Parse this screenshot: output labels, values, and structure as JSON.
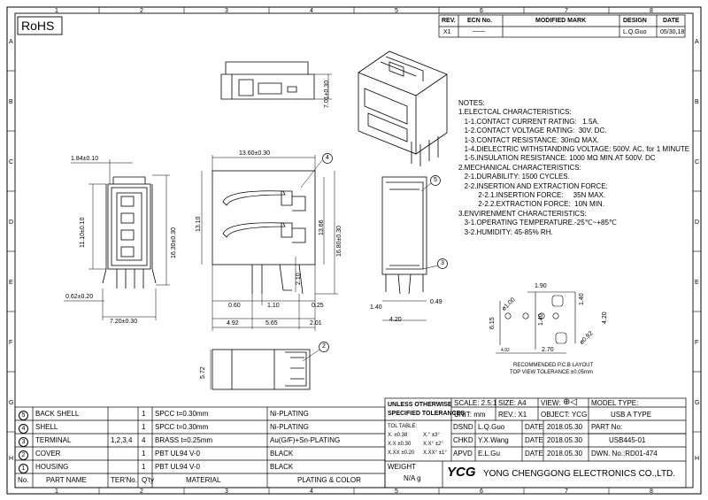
{
  "border": {
    "col_numbers": [
      "1",
      "2",
      "3",
      "4",
      "5",
      "6",
      "7",
      "8"
    ],
    "row_letters": [
      "A",
      "B",
      "C",
      "D",
      "E",
      "F",
      "G",
      "H"
    ]
  },
  "rohs": "RoHS",
  "revision_table": {
    "headers": [
      "REV.",
      "ECN No.",
      "MODIFIED MARK",
      "DESIGN",
      "DATE"
    ],
    "row": [
      "X1",
      "——",
      "",
      "L.Q.Guo",
      "05/30,18"
    ]
  },
  "notes": {
    "title": "NOTES:",
    "lines": [
      "1.ELECTCAL CHARACTERISTICS:",
      "   1-1.CONTACT CURRENT RATING:   1.5A.",
      "   1-2.CONTACT VOLTAGE RATING:  30V. DC.",
      "   1-3.CONTACT RESISTANCE: 30mΩ MAX.",
      "   1-4.DIELECTRIC WITHSTANDING VOLTAGE: 500V. AC. for 1 MINUTE",
      "   1-5.INSULATION RESISTANCE: 1000 MΩ MIN.AT 500V. DC",
      "2.MECHANICAL CHARACTERISTICS:",
      "   2-1.DURABILITY: 1500 CYCLES.",
      "   2-2.INSERTION AND EXTRACTION FORCE:",
      "          2-2.1.INSERTION FORCE:     35N MAX.",
      "          2-2.2.EXTRACTION FORCE:  10N MIN.",
      "3.ENVIRENMENT CHARACTERISTICS:",
      "   3-1.OPERATING TEMPERATURE.-25℃~+85℃",
      "   3-2.HUMIDITY: 45-85% RH."
    ]
  },
  "dimensions": {
    "d1_84": "1.84±0.10",
    "d13_60": "13.60±0.30",
    "d7_01": "7.01±0.30",
    "d11_10": "11.10±0.10",
    "d16_30": "16.30±0.30",
    "d13_10": "13.10",
    "d13_66": "13.66",
    "d16_80": "16.80±0.30",
    "d2_10": "2.10",
    "d0_62": "0.62±0.20",
    "d7_20": "7.20±0.30",
    "d0_60": "0.60",
    "d1_10": "1.10",
    "d0_25": "0.25",
    "d4_92": "4.92",
    "d5_65": "5.65",
    "d2_01": "2.01",
    "d1_40": "1.40",
    "d0_49": "0.49",
    "d4_20": "4.20",
    "d5_72": "5.72",
    "pcb_1_90": "1.90",
    "pcb_1_40a": "1.40",
    "pcb_phi100": "ø1.00",
    "pcb_6_15": "6.15",
    "pcb_1_40b": "1.40",
    "pcb_4_20": "4.20",
    "pcb_phi092": "ø0.92",
    "pcb_2_70": "2.70",
    "pcb_4_92": "4.92"
  },
  "balloons": [
    "4",
    "5",
    "3",
    "2"
  ],
  "pcb_caption": {
    "line1": "RECOMMENDED P.C.B LAYOUT",
    "line2": "TOP VIEW TOLERANCE:±0.05mm"
  },
  "bom": {
    "rows": [
      {
        "no": "5",
        "name": "BACK SHELL",
        "ter": "",
        "qty": "1",
        "material": "SPCC t=0.30mm",
        "plating": "Ni-PLATING"
      },
      {
        "no": "4",
        "name": "SHELL",
        "ter": "",
        "qty": "1",
        "material": "SPCC t=0.30mm",
        "plating": "Ni-PLATING"
      },
      {
        "no": "3",
        "name": "TERMINAL",
        "ter": "1,2,3,4",
        "qty": "4",
        "material": "BRASS t=0.25mm",
        "plating": "Au(G/F)+Sn-PLATING"
      },
      {
        "no": "2",
        "name": "COVER",
        "ter": "",
        "qty": "1",
        "material": "PBT UL94 V-0",
        "plating": "BLACK"
      },
      {
        "no": "1",
        "name": "HOUSING",
        "ter": "",
        "qty": "1",
        "material": "PBT UL94 V-0",
        "plating": "BLACK"
      }
    ],
    "headers": {
      "no": "No.",
      "name": "PART NAME",
      "ter": "TER'No.",
      "qty": "Q'ty",
      "material": "MATERIAL",
      "plating": "PLATING & COLOR"
    }
  },
  "title_block": {
    "unless": "UNLESS OTHERWISE",
    "specified": "SPECIFIED TOLERANCES",
    "tol_table": "TOL TABLE:",
    "tol_x": "X.   ±0.38",
    "tol_xx": "X.X  ±0.30",
    "tol_xxx": "X.XX ±0.20",
    "ang_x": "X.°   ±3°",
    "ang_xx": "X.X° ±2°",
    "ang_xxx": "X.XX° ±1°",
    "weight_label": "WEIGHT",
    "weight_val": "N/A   g",
    "scale": "SCALE: 2.5:1",
    "size": "SIZE: A4",
    "view": "VIEW:",
    "model_type_label": "MODEL TYPE:",
    "model_type": "USB  A  TYPE",
    "unit": "UNIT:  mm",
    "rev": "REV.:  X1",
    "object": "OBJECT: YCG",
    "dsnd_label": "DSND",
    "dsnd": "L.Q.Guo",
    "chkd_label": "CHKD",
    "chkd": "Y.X.Wang",
    "apvd_label": "APVD",
    "apvd": "E.L.Gu",
    "date_label": "DATE",
    "date1": "2018.05.30",
    "date2": "2018.05.30",
    "date3": "2018.05.30",
    "part_no_label": "PART No:",
    "part_no": "USB445-01",
    "dwn_no": "DWN. No.:RD01-474",
    "company": "YONG CHENGGONG ELECTRONICS CO.,LTD.",
    "logo": "YCG"
  }
}
